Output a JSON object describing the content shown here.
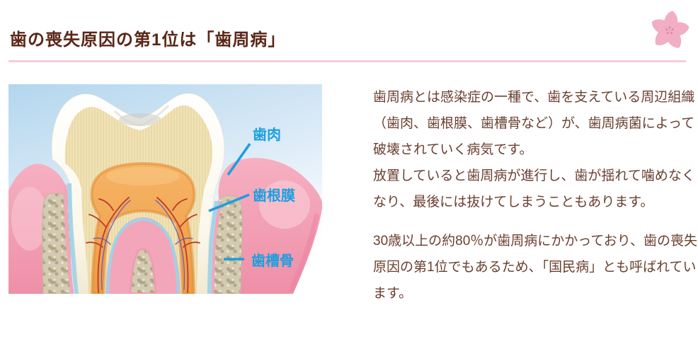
{
  "header": {
    "title": "歯の喪失原因の第1位は「歯周病」",
    "title_color": "#5a2717",
    "divider_color": "#f6ccd8"
  },
  "decor": {
    "sakura_icon": "cherry-blossom",
    "petal_color": "#f4b7ca"
  },
  "illustration": {
    "alt": "歯の断面図",
    "label_color": "#1b9fe0",
    "labels": [
      {
        "text": "歯肉"
      },
      {
        "text": "歯根膜"
      },
      {
        "text": "歯槽骨"
      }
    ],
    "colors": {
      "sky": "#b3d6ee",
      "gum": "#f2a0b6",
      "bone": "#d3cab2",
      "dentin": "#f1e3b6",
      "pulp": "#f0a050"
    }
  },
  "main": {
    "text_color": "#6a3f2f",
    "paragraphs": [
      {
        "lines": [
          "歯周病とは感染症の一種で、歯を支えている周辺組織（歯肉、歯根膜、歯槽骨など）が、歯周病菌によって破壊されていく病気です。",
          "放置していると歯周病が進行し、歯が揺れて噛めなくなり、最後には抜けてしまうこともあります。"
        ]
      },
      {
        "lines": [
          "30歳以上の約80％が歯周病にかかっており、歯の喪失原因の第1位でもあるため、「国民病」とも呼ばれています。"
        ]
      }
    ]
  }
}
